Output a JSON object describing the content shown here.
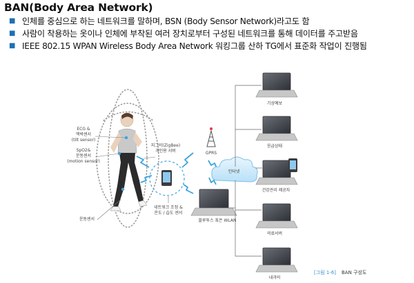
{
  "title": "BAN(Body Area Network)",
  "bullets": [
    "인체를 중심으로 하는 네트워크를 말하며, BSN (Body Sensor Network)라고도 함",
    "사람이 착용하는 옷이나 인체에 부착된 여러 장치로부터 구성된 네트워크를 통해 데이터를 주고받음",
    "IEEE 802.15 WPAN Wireless Body Area Network 워킹그룹 산하 TG에서 표준화 작업이 진행됨"
  ],
  "diagram": {
    "sensors": {
      "ecg_1": "ECG &",
      "ecg_2": "맥박센서",
      "ecg_3": "(tilt sensor)",
      "spo2_1": "SpO2&",
      "spo2_2": "운동센서",
      "spo2_3": "(motion sensor)",
      "motion": "운동센서"
    },
    "zigbee_1": "지그비(ZigBee)",
    "zigbee_2": "개인용 서버",
    "network_1": "네트워크 조정 &",
    "network_2": "온도 / 습도 센서",
    "gprs": "GPRS",
    "internet": "인터넷",
    "bluetooth": "블루투스 혹은 WLAN",
    "destinations": [
      "기상예보",
      "응급상태",
      "건강관리 제공자",
      "의료서버",
      "내과의"
    ],
    "caption_fig": "[그림 1-6]",
    "caption_text": "BAN 구성도"
  }
}
